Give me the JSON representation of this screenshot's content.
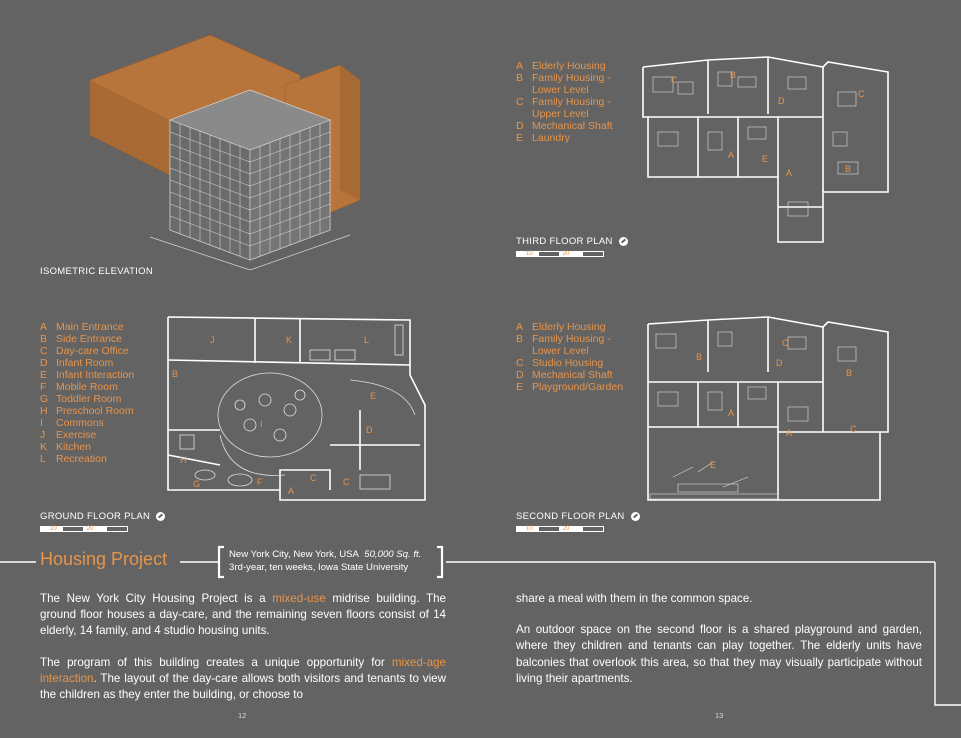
{
  "isometric": {
    "label": "ISOMETRIC ELEVATION"
  },
  "third_floor": {
    "label": "THIRD FLOOR PLAN",
    "legend": [
      {
        "key": "A",
        "text": "Elderly Housing"
      },
      {
        "key": "B",
        "text": "Family Housing -"
      },
      {
        "key": "",
        "text": "Lower Level"
      },
      {
        "key": "C",
        "text": "Family Housing -"
      },
      {
        "key": "",
        "text": "Upper Level"
      },
      {
        "key": "D",
        "text": "Mechanical Shaft"
      },
      {
        "key": "E",
        "text": "Laundry"
      }
    ],
    "scale": [
      "10",
      "20"
    ],
    "room_labels": [
      "C",
      "B",
      "C",
      "D",
      "A",
      "E",
      "A",
      "B"
    ]
  },
  "ground_floor": {
    "label": "GROUND FLOOR PLAN",
    "legend": [
      {
        "key": "A",
        "text": "Main Entrance"
      },
      {
        "key": "B",
        "text": "Side Entrance"
      },
      {
        "key": "C",
        "text": "Day-care Office"
      },
      {
        "key": "D",
        "text": "Infant Room"
      },
      {
        "key": "E",
        "text": "Infant Interaction"
      },
      {
        "key": "F",
        "text": "Mobile Room"
      },
      {
        "key": "G",
        "text": "Toddler Room"
      },
      {
        "key": "H",
        "text": "Preschool Room"
      },
      {
        "key": "I",
        "text": "Commons"
      },
      {
        "key": "J",
        "text": "Exercise"
      },
      {
        "key": "K",
        "text": "Kitchen"
      },
      {
        "key": "L",
        "text": "Recreation"
      }
    ],
    "scale": [
      "10",
      "20"
    ],
    "room_labels": [
      "J",
      "K",
      "L",
      "B",
      "E",
      "I",
      "D",
      "H",
      "G",
      "F",
      "A",
      "C",
      "C"
    ]
  },
  "second_floor": {
    "label": "SECOND FLOOR PLAN",
    "legend": [
      {
        "key": "A",
        "text": "Elderly Housing"
      },
      {
        "key": "B",
        "text": "Family Housing -"
      },
      {
        "key": "",
        "text": "Lower Level"
      },
      {
        "key": "C",
        "text": "Studio Housing"
      },
      {
        "key": "D",
        "text": "Mechanical Shaft"
      },
      {
        "key": "E",
        "text": "Playground/Garden"
      }
    ],
    "scale": [
      "10",
      "20"
    ],
    "room_labels": [
      "C",
      "B",
      "D",
      "B",
      "A",
      "A",
      "C",
      "E"
    ]
  },
  "project": {
    "title": "Housing Project",
    "location": "New York City, New York, USA",
    "area": "50,000 Sq. ft.",
    "info": "3rd-year, ten weeks, Iowa State University"
  },
  "text": {
    "p1_a": "The New York City Housing Project is a ",
    "p1_hl": "mixed-use",
    "p1_b": " midrise building. The ground floor houses a day-care, and the remaining seven floors consist of 14 elderly, 14 family, and 4 studio housing units.",
    "p2_a": "The program of this building creates a unique opportunity for ",
    "p2_hl": "mixed-age interaction",
    "p2_b": ". The layout of the day-care allows both visitors and tenants to view the children as they enter the building, or choose to",
    "p3": "share a meal with them in the common space.",
    "p4": "An outdoor space on the second floor is a shared playground and garden, where they children and tenants can play together.  The elderly units have balconies that overlook this area, so that they may visually participate without living their apartments."
  },
  "pages": {
    "left": "12",
    "right": "13"
  },
  "colors": {
    "background": "#636363",
    "accent": "#e8944a",
    "volume": "#b7743b"
  }
}
